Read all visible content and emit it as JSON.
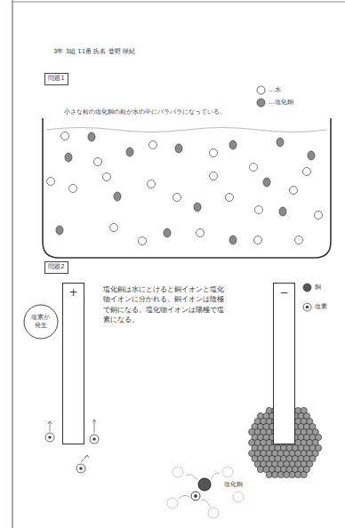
{
  "diagram": {
    "nodes": [
      {
        "text": [
          "問題1"
        ]
      },
      {
        "text": [
          "問題2"
        ]
      },
      {
        "text": [
          "+"
        ]
      },
      {
        "text": [
          "塩素が発生"
        ]
      },
      {
        "text": [
          "−"
        ]
      }
    ],
    "edges": [],
    "labels": [
      "3年 3組 11番 氏名 菅野 咲紀",
      "小さな粒の塩化銅の粒が水の中にバラバラになっている。",
      "塩化銅は水にとけると銅イオンと塩化物イオンに分かれる。銅イオンは陰極で銅になる。塩化物イオンは陽極で塩素になる。",
      "塩化銅"
    ],
    "legend": [
      {
        "text": "…水"
      },
      {
        "text": "…塩化銅"
      },
      {
        "text": "銅"
      },
      {
        "text": "塩素"
      }
    ]
  }
}
